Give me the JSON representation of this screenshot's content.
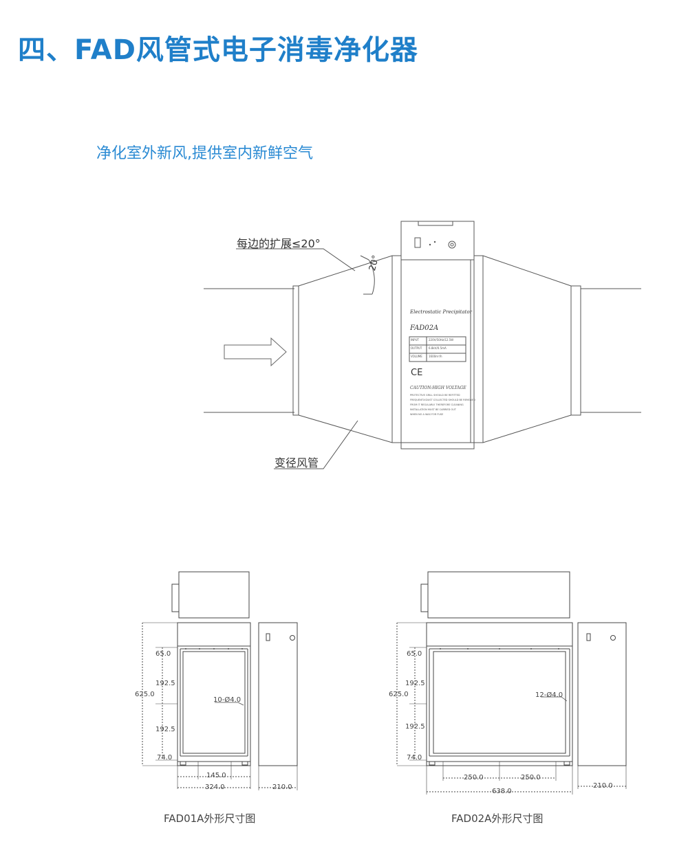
{
  "page": {
    "title": "四、FAD风管式电子消毒净化器",
    "subtitle": "净化室外新风,提供室内新鲜空气"
  },
  "main_diagram": {
    "callout_angle": "每边的扩展≤20°",
    "angle_value": "20°",
    "callout_duct": "变径风管",
    "unit": {
      "brand_line": "Electrostatic Precipitator",
      "model": "FAD02A",
      "spec_rows": [
        {
          "label": "INPUT",
          "value": "220V/50Hz/12.5W"
        },
        {
          "label": "OUTPUT",
          "value": "6.8kV/0.5mA"
        },
        {
          "label": "VOLUME",
          "value": "1600m³/h"
        }
      ],
      "ce_mark": "CE",
      "warning_title": "CAUTION:HIGH VOLTAGE",
      "warning_lines": [
        "PROTECTIVE GRILL SHOULD BE REFITTED",
        "FREQUENTLY.DUST COLLECTED SHOULD BE REMOVED",
        "FROM IT REGULARLY. THEREFORE CLEANING",
        "INSTALLATION MUST BE CARRIED OUT",
        "WHEN NO A WAS FOR FUSE"
      ]
    }
  },
  "drawing_01": {
    "caption": "FAD01A外形尺寸图",
    "dims": {
      "d65": "65.0",
      "d1925a": "192.5",
      "d625": "625.0",
      "d1925b": "192.5",
      "d74": "74.0",
      "d145": "145.0",
      "d324": "324.0",
      "d210": "210.0",
      "holes": "10-Ø4.0"
    }
  },
  "drawing_02": {
    "caption": "FAD02A外形尺寸图",
    "dims": {
      "d65": "65.0",
      "d1925a": "192.5",
      "d625": "625.0",
      "d1925b": "192.5",
      "d74": "74.0",
      "d250a": "250.0",
      "d250b": "250.0",
      "d638": "638.0",
      "d210": "210.0",
      "holes": "12-Ø4.0"
    }
  }
}
